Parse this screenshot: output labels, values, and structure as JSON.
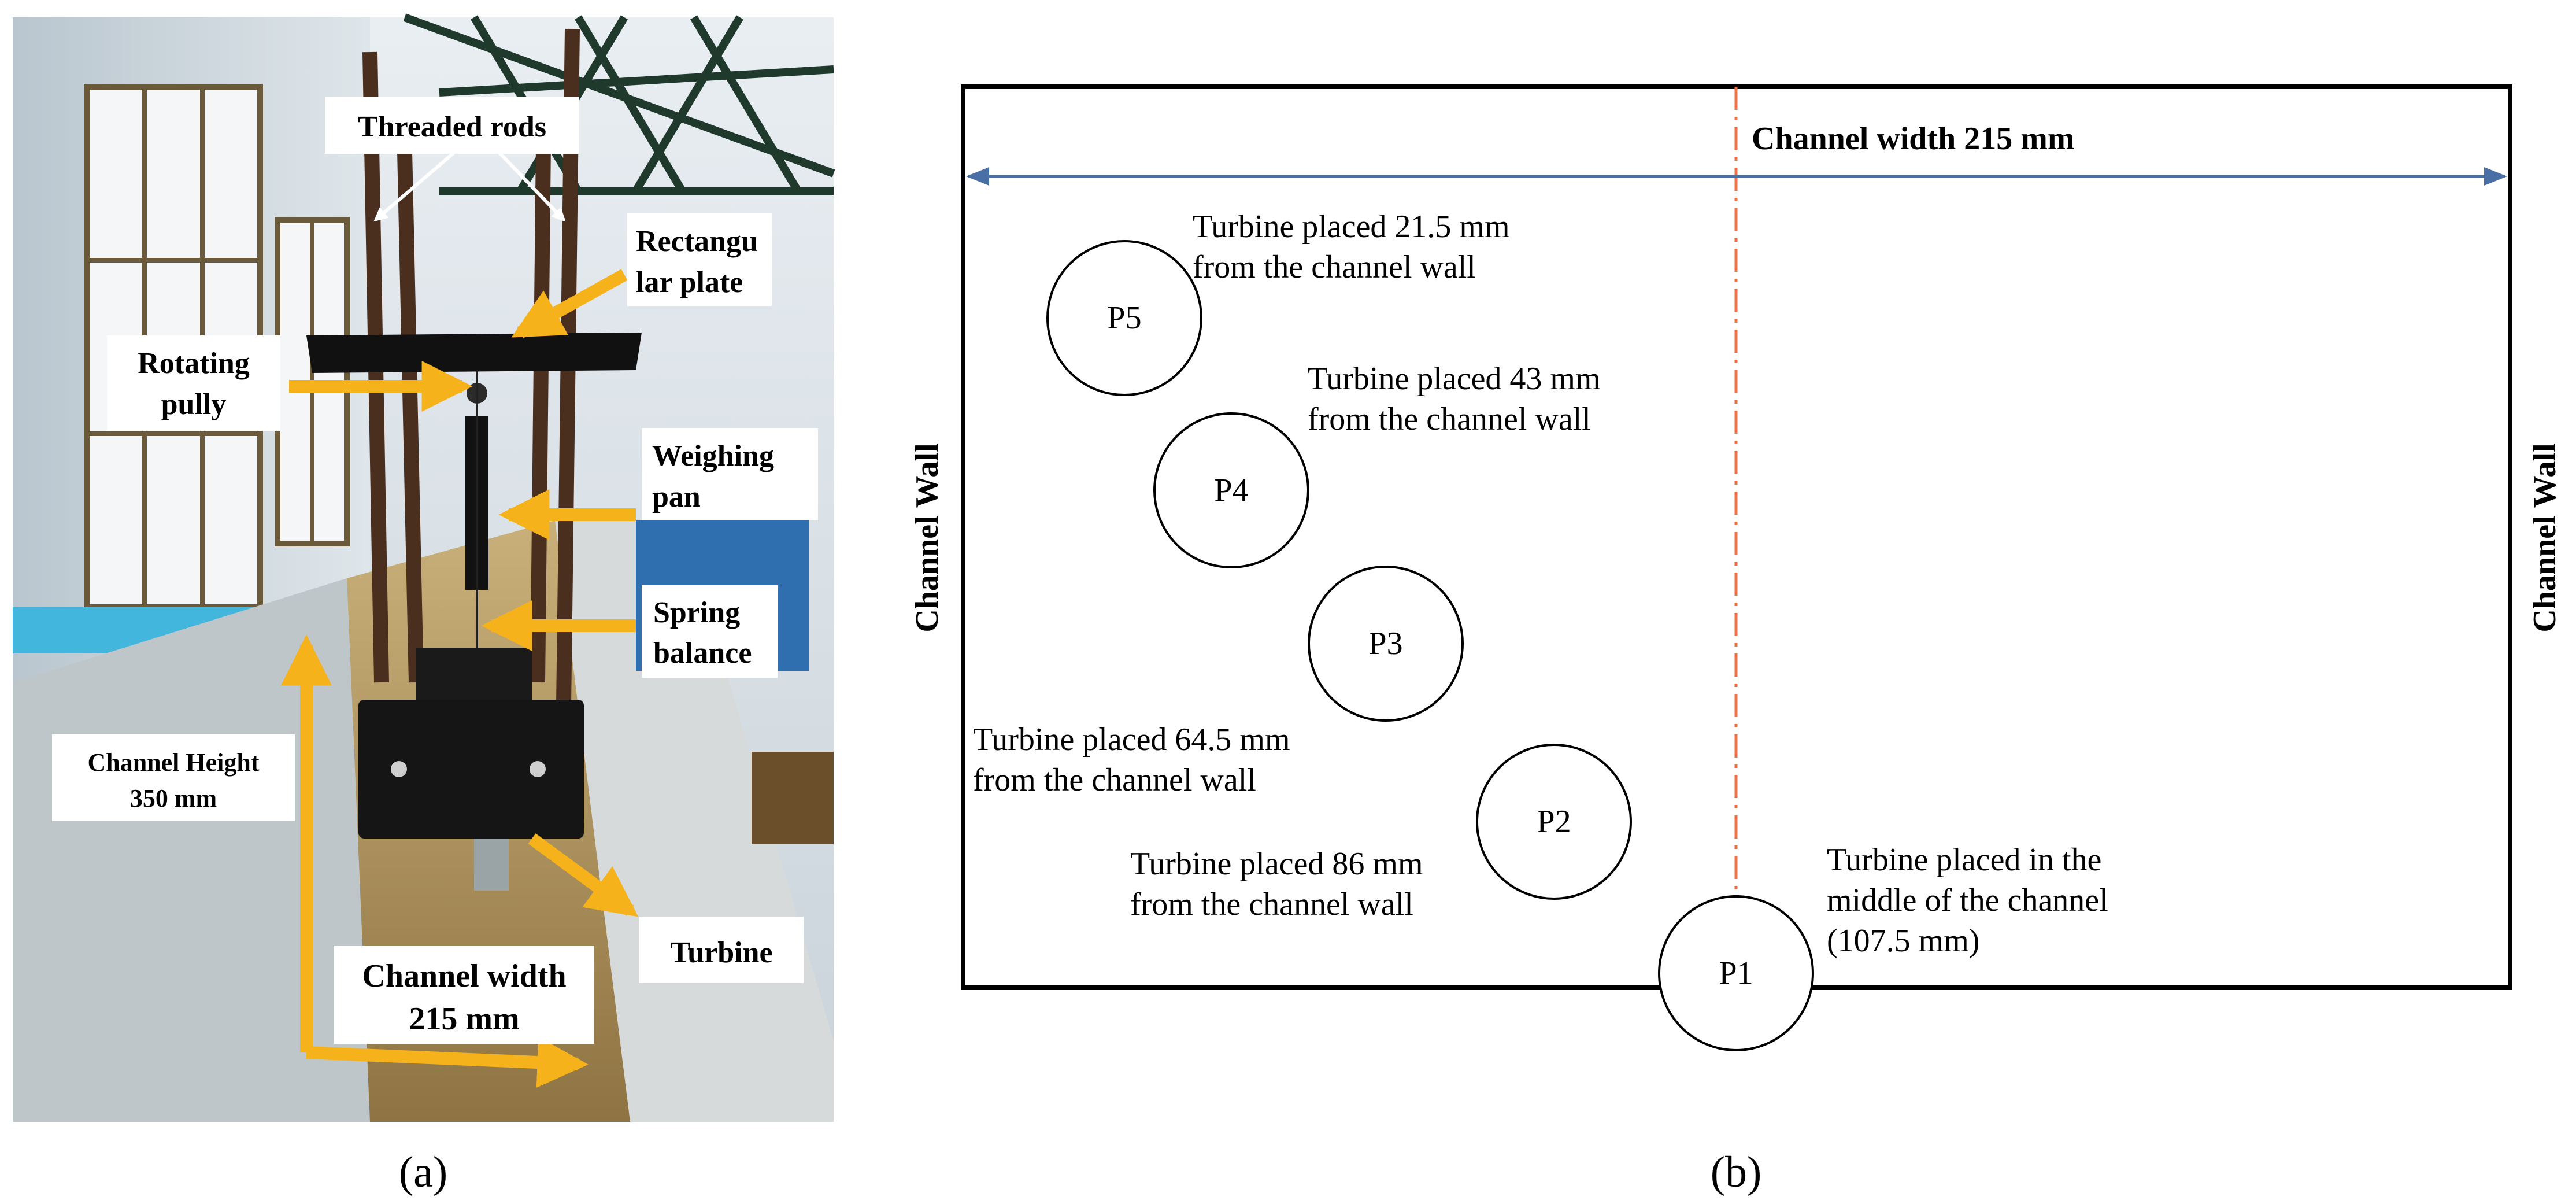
{
  "panel_a": {
    "caption": "(a)",
    "photo_description": "Laboratory open channel flume with turbine test rig",
    "callouts": {
      "threaded_rods": "Threaded rods",
      "rectangular_plate_line1": "Rectangu",
      "rectangular_plate_line2": "lar plate",
      "rotating_pully_line1": "Rotating",
      "rotating_pully_line2": "pully",
      "weighing_pan_line1": "Weighing",
      "weighing_pan_line2": "pan",
      "spring_balance_line1": "Spring",
      "spring_balance_line2": "balance",
      "channel_height_line1": "Channel Height",
      "channel_height_line2": "350 mm",
      "channel_width_line1": "Channel width",
      "channel_width_line2": "215 mm",
      "turbine": "Turbine"
    },
    "colors": {
      "arrow": "#f5b21b",
      "label_bg": "#ffffff"
    }
  },
  "panel_b": {
    "caption": "(b)",
    "channel_width_label": "Channel width 215 mm",
    "left_wall_label": "Channel Wall",
    "right_wall_label": "Channel Wall",
    "positions": [
      {
        "id": "P5",
        "desc1": "Turbine placed 21.5 mm",
        "desc2": "from the channel wall"
      },
      {
        "id": "P4",
        "desc1": "Turbine placed 43 mm",
        "desc2": "from the channel wall"
      },
      {
        "id": "P3",
        "desc1": "",
        "desc2": ""
      },
      {
        "id": "P2",
        "desc1": "Turbine placed 86 mm",
        "desc2": "from the channel wall"
      },
      {
        "id": "P1",
        "desc1": "Turbine placed in the",
        "desc2": "middle of the channel",
        "desc3": "(107.5 mm)"
      }
    ],
    "p3_desc1": "Turbine placed 64.5 mm",
    "p3_desc2": "from the channel wall",
    "colors": {
      "dimension_line": "#4a6fa5",
      "centerline": "#e8734a",
      "border": "#000000"
    }
  }
}
